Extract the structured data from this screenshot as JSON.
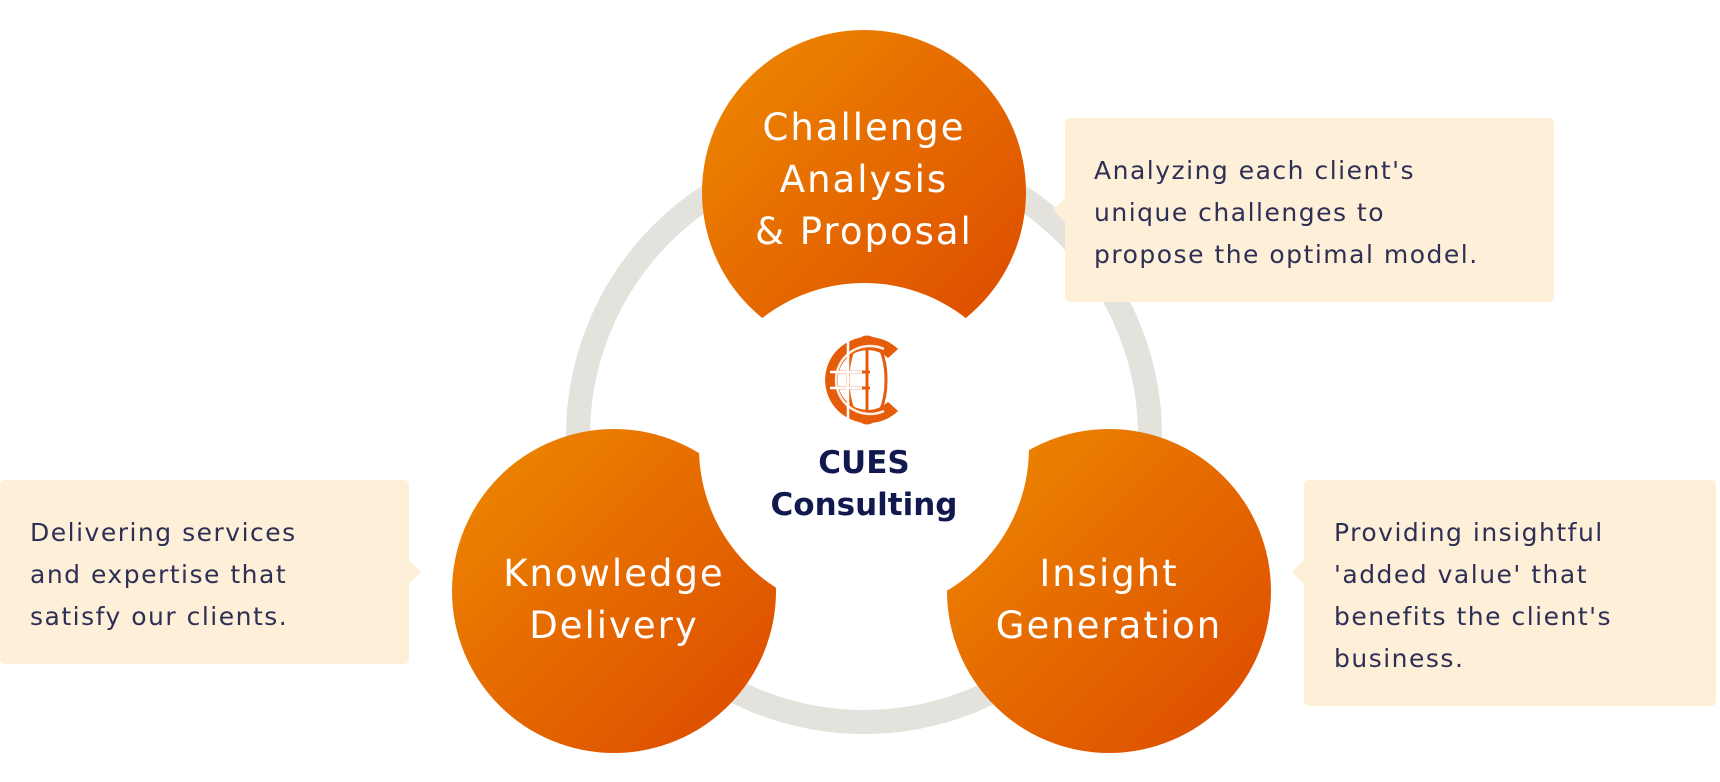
{
  "colors": {
    "node_gradient_start": "#ee8a00",
    "node_gradient_end": "#dc4800",
    "ring": "#e4e2dd",
    "callout_bg": "#feefd9",
    "callout_text": "#2e2f55",
    "center_text": "#12194f",
    "logo": "#e55c0c"
  },
  "center": {
    "logo_icon": "cues-globe-c-logo",
    "name_line1": "CUES",
    "name_line2": "Consulting"
  },
  "nodes": {
    "challenge": {
      "label": "Challenge\nAnalysis\n& Proposal"
    },
    "knowledge": {
      "label": "Knowledge\nDelivery"
    },
    "insight": {
      "label": "Insight\nGeneration"
    }
  },
  "callouts": {
    "challenge": {
      "text": "Analyzing each client's\nunique challenges to\npropose the optimal model."
    },
    "knowledge": {
      "text": "Delivering services\nand expertise that\nsatisfy our clients."
    },
    "insight": {
      "text": "Providing insightful\n'added value' that\nbenefits the client's\nbusiness."
    }
  }
}
